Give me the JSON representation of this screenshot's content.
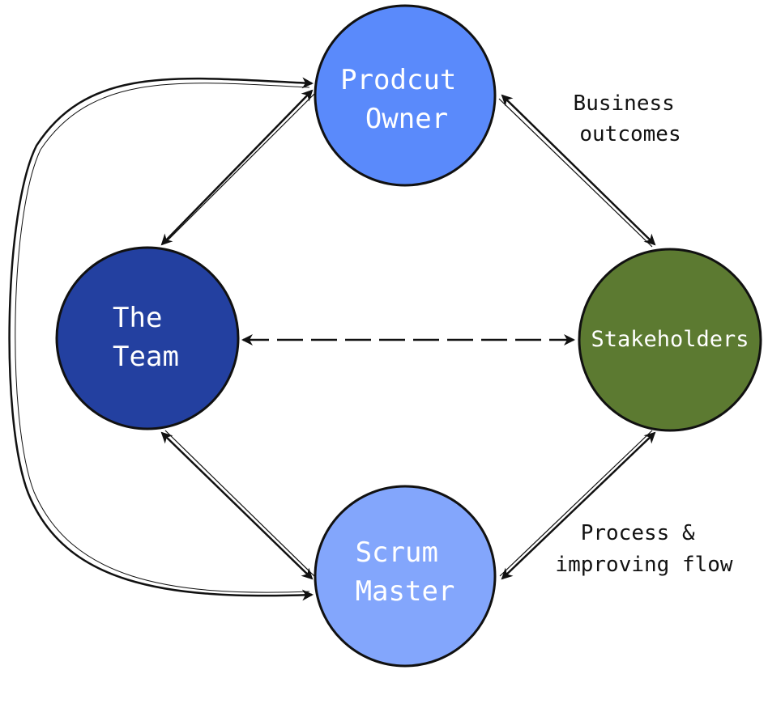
{
  "nodes": {
    "product_owner": {
      "lines": [
        "Prodcut",
        "Owner"
      ],
      "color": "#5a8afb"
    },
    "the_team": {
      "lines": [
        "The",
        "Team"
      ],
      "color": "#2340a0"
    },
    "stakeholders": {
      "lines": [
        "Stakeholders"
      ],
      "color": "#5c7a31"
    },
    "scrum_master": {
      "lines": [
        "Scrum",
        "Master"
      ],
      "color": "#83a6fc"
    }
  },
  "edge_labels": {
    "business_outcomes": [
      "Business",
      "outcomes"
    ],
    "process_flow": [
      "Process &",
      "improving flow"
    ]
  },
  "colors": {
    "stroke": "#111111",
    "text_on_node": "#ffffff"
  }
}
